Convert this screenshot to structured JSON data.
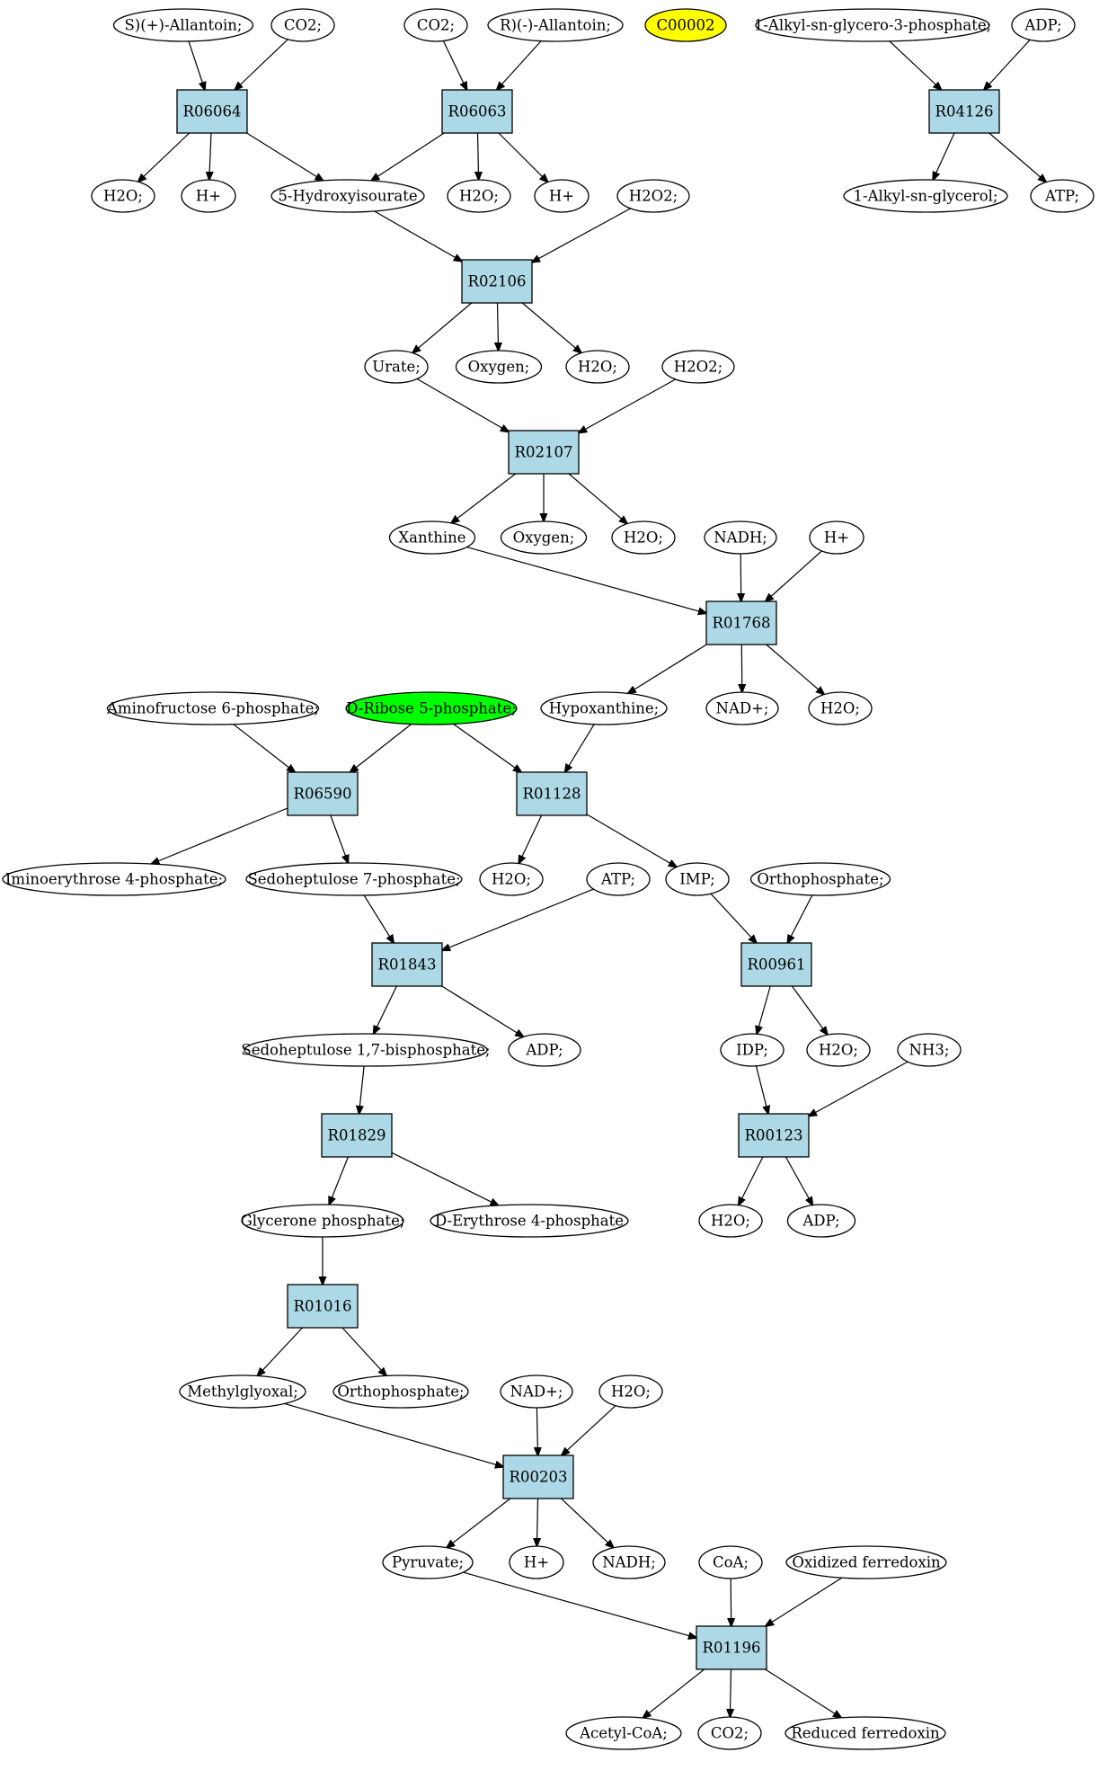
{
  "nodes": {
    "c1": {
      "label": "S)(+)-Allantoin;",
      "kind": "compound"
    },
    "c2": {
      "label": "CO2;",
      "kind": "compound"
    },
    "c3": {
      "label": "CO2;",
      "kind": "compound"
    },
    "c4": {
      "label": "R)(-)-Allantoin;",
      "kind": "compound"
    },
    "c5": {
      "label": "C00002",
      "kind": "compound",
      "color": "#ffff00"
    },
    "c6": {
      "label": "1-Alkyl-sn-glycero-3-phosphate;",
      "kind": "compound"
    },
    "c7": {
      "label": "ADP;",
      "kind": "compound"
    },
    "r1": {
      "label": "R06064",
      "kind": "reaction"
    },
    "r2": {
      "label": "R06063",
      "kind": "reaction"
    },
    "r3": {
      "label": "R04126",
      "kind": "reaction"
    },
    "c8": {
      "label": "H2O;",
      "kind": "compound"
    },
    "c9": {
      "label": "H+",
      "kind": "compound"
    },
    "c10": {
      "label": "5-Hydroxyisourate",
      "kind": "compound"
    },
    "c11": {
      "label": "H2O;",
      "kind": "compound"
    },
    "c12": {
      "label": "H+",
      "kind": "compound"
    },
    "c13": {
      "label": "H2O2;",
      "kind": "compound"
    },
    "c14": {
      "label": "1-Alkyl-sn-glycerol;",
      "kind": "compound"
    },
    "c15": {
      "label": "ATP;",
      "kind": "compound"
    },
    "r4": {
      "label": "R02106",
      "kind": "reaction"
    },
    "c16": {
      "label": "Urate;",
      "kind": "compound"
    },
    "c17": {
      "label": "Oxygen;",
      "kind": "compound"
    },
    "c18": {
      "label": "H2O;",
      "kind": "compound"
    },
    "c19": {
      "label": "H2O2;",
      "kind": "compound"
    },
    "r5": {
      "label": "R02107",
      "kind": "reaction"
    },
    "c20": {
      "label": "Xanthine",
      "kind": "compound"
    },
    "c21": {
      "label": "Oxygen;",
      "kind": "compound"
    },
    "c22": {
      "label": "H2O;",
      "kind": "compound"
    },
    "c23": {
      "label": "NADH;",
      "kind": "compound"
    },
    "c24": {
      "label": "H+",
      "kind": "compound"
    },
    "r6": {
      "label": "R01768",
      "kind": "reaction"
    },
    "c25": {
      "label": "Aminofructose 6-phosphate;",
      "kind": "compound"
    },
    "c26": {
      "label": "D-Ribose 5-phosphate;",
      "kind": "compound",
      "color": "#00ff00"
    },
    "c27": {
      "label": "Hypoxanthine;",
      "kind": "compound"
    },
    "c28": {
      "label": "NAD+;",
      "kind": "compound"
    },
    "c29": {
      "label": "H2O;",
      "kind": "compound"
    },
    "r7": {
      "label": "R06590",
      "kind": "reaction"
    },
    "r8": {
      "label": "R01128",
      "kind": "reaction"
    },
    "c30": {
      "label": "Iminoerythrose 4-phosphate;",
      "kind": "compound"
    },
    "c31": {
      "label": "Sedoheptulose 7-phosphate;",
      "kind": "compound"
    },
    "c32": {
      "label": "H2O;",
      "kind": "compound"
    },
    "c33": {
      "label": "ATP;",
      "kind": "compound"
    },
    "c34": {
      "label": "IMP;",
      "kind": "compound"
    },
    "c35": {
      "label": "Orthophosphate;",
      "kind": "compound"
    },
    "r9": {
      "label": "R01843",
      "kind": "reaction"
    },
    "r10": {
      "label": "R00961",
      "kind": "reaction"
    },
    "c36": {
      "label": "Sedoheptulose 1,7-bisphosphate;",
      "kind": "compound"
    },
    "c37": {
      "label": "ADP;",
      "kind": "compound"
    },
    "c38": {
      "label": "IDP;",
      "kind": "compound"
    },
    "c39": {
      "label": "H2O;",
      "kind": "compound"
    },
    "c40": {
      "label": "NH3;",
      "kind": "compound"
    },
    "r11": {
      "label": "R01829",
      "kind": "reaction"
    },
    "r12": {
      "label": "R00123",
      "kind": "reaction"
    },
    "c41": {
      "label": "Glycerone phosphate;",
      "kind": "compound"
    },
    "c42": {
      "label": "D-Erythrose 4-phosphate",
      "kind": "compound"
    },
    "c43": {
      "label": "H2O;",
      "kind": "compound"
    },
    "c44": {
      "label": "ADP;",
      "kind": "compound"
    },
    "r13": {
      "label": "R01016",
      "kind": "reaction"
    },
    "c45": {
      "label": "Methylglyoxal;",
      "kind": "compound"
    },
    "c46": {
      "label": "Orthophosphate;",
      "kind": "compound"
    },
    "c47": {
      "label": "NAD+;",
      "kind": "compound"
    },
    "c48": {
      "label": "H2O;",
      "kind": "compound"
    },
    "r14": {
      "label": "R00203",
      "kind": "reaction"
    },
    "c49": {
      "label": "Pyruvate;",
      "kind": "compound"
    },
    "c50": {
      "label": "H+",
      "kind": "compound"
    },
    "c51": {
      "label": "NADH;",
      "kind": "compound"
    },
    "c52": {
      "label": "CoA;",
      "kind": "compound"
    },
    "c53": {
      "label": "Oxidized ferredoxin",
      "kind": "compound"
    },
    "r15": {
      "label": "R01196",
      "kind": "reaction"
    },
    "c54": {
      "label": "Acetyl-CoA;",
      "kind": "compound"
    },
    "c55": {
      "label": "CO2;",
      "kind": "compound"
    },
    "c56": {
      "label": "Reduced ferredoxin",
      "kind": "compound"
    }
  },
  "edges": [
    [
      "c1",
      "r1"
    ],
    [
      "c2",
      "r1"
    ],
    [
      "c3",
      "r2"
    ],
    [
      "c4",
      "r2"
    ],
    [
      "c6",
      "r3"
    ],
    [
      "c7",
      "r3"
    ],
    [
      "r1",
      "c8"
    ],
    [
      "r1",
      "c9"
    ],
    [
      "r1",
      "c10"
    ],
    [
      "r2",
      "c10"
    ],
    [
      "r2",
      "c11"
    ],
    [
      "r2",
      "c12"
    ],
    [
      "r3",
      "c14"
    ],
    [
      "r3",
      "c15"
    ],
    [
      "c10",
      "r4"
    ],
    [
      "c13",
      "r4"
    ],
    [
      "r4",
      "c16"
    ],
    [
      "r4",
      "c17"
    ],
    [
      "r4",
      "c18"
    ],
    [
      "c16",
      "r5"
    ],
    [
      "c19",
      "r5"
    ],
    [
      "r5",
      "c20"
    ],
    [
      "r5",
      "c21"
    ],
    [
      "r5",
      "c22"
    ],
    [
      "c20",
      "r6"
    ],
    [
      "c23",
      "r6"
    ],
    [
      "c24",
      "r6"
    ],
    [
      "r6",
      "c27"
    ],
    [
      "r6",
      "c28"
    ],
    [
      "r6",
      "c29"
    ],
    [
      "c25",
      "r7"
    ],
    [
      "c26",
      "r7"
    ],
    [
      "c26",
      "r8"
    ],
    [
      "c27",
      "r8"
    ],
    [
      "r7",
      "c30"
    ],
    [
      "r7",
      "c31"
    ],
    [
      "r8",
      "c32"
    ],
    [
      "r8",
      "c34"
    ],
    [
      "c31",
      "r9"
    ],
    [
      "c33",
      "r9"
    ],
    [
      "c34",
      "r10"
    ],
    [
      "c35",
      "r10"
    ],
    [
      "r9",
      "c36"
    ],
    [
      "r9",
      "c37"
    ],
    [
      "r10",
      "c38"
    ],
    [
      "r10",
      "c39"
    ],
    [
      "c36",
      "r11"
    ],
    [
      "c38",
      "r12"
    ],
    [
      "c40",
      "r12"
    ],
    [
      "r11",
      "c41"
    ],
    [
      "r11",
      "c42"
    ],
    [
      "r12",
      "c43"
    ],
    [
      "r12",
      "c44"
    ],
    [
      "c41",
      "r13"
    ],
    [
      "r13",
      "c45"
    ],
    [
      "r13",
      "c46"
    ],
    [
      "c45",
      "r14"
    ],
    [
      "c47",
      "r14"
    ],
    [
      "c48",
      "r14"
    ],
    [
      "r14",
      "c49"
    ],
    [
      "r14",
      "c50"
    ],
    [
      "r14",
      "c51"
    ],
    [
      "c49",
      "r15"
    ],
    [
      "c52",
      "r15"
    ],
    [
      "c53",
      "r15"
    ],
    [
      "r15",
      "c54"
    ],
    [
      "r15",
      "c55"
    ],
    [
      "r15",
      "c56"
    ]
  ]
}
